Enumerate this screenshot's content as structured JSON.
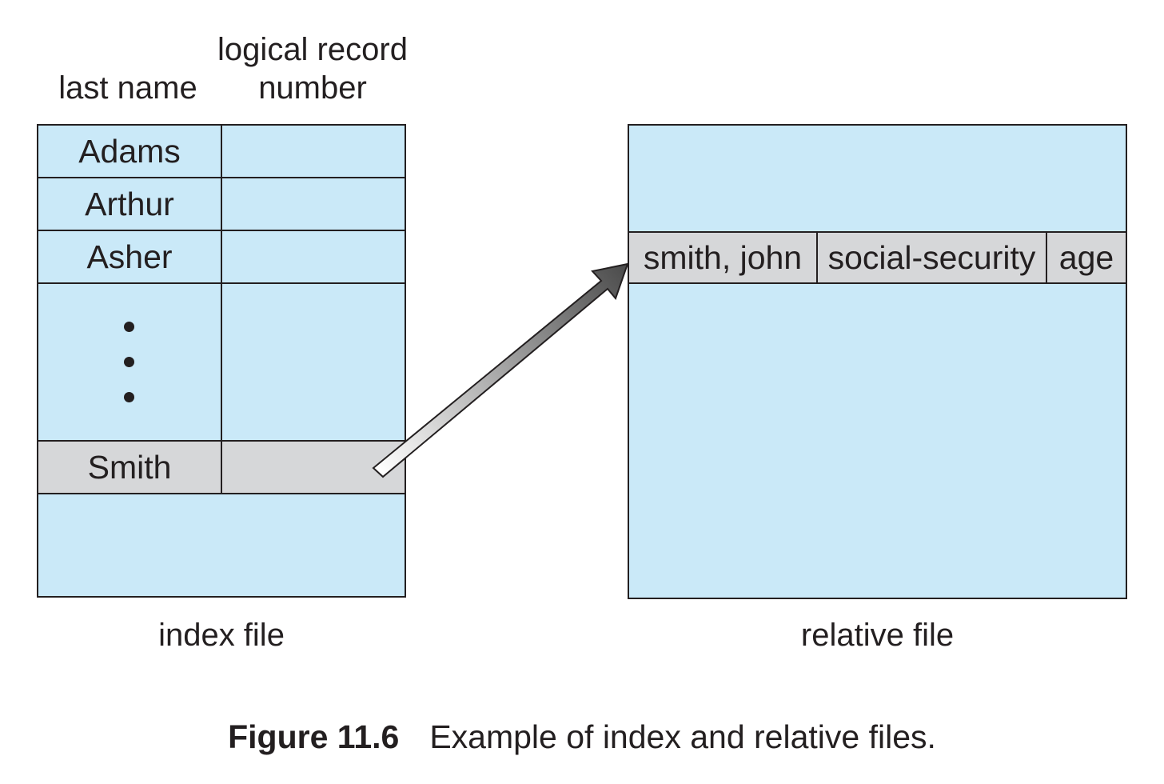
{
  "headers": {
    "last_name": "last name",
    "logical_record_line1": "logical record",
    "logical_record_line2": "number"
  },
  "index_file": {
    "rows": [
      "Adams",
      "Arthur",
      "Asher"
    ],
    "ellipsis": "vertical-ellipsis-dots",
    "highlighted_row": "Smith",
    "label": "index file"
  },
  "relative_file": {
    "record": {
      "name": "smith, john",
      "ssn": "social-security",
      "age": "age"
    },
    "label": "relative file"
  },
  "caption": {
    "number": "Figure 11.6",
    "text": "Example of index and relative files."
  },
  "colors": {
    "box_fill": "#cae9f8",
    "highlight_fill": "#d6d7d9",
    "line": "#231f20"
  }
}
